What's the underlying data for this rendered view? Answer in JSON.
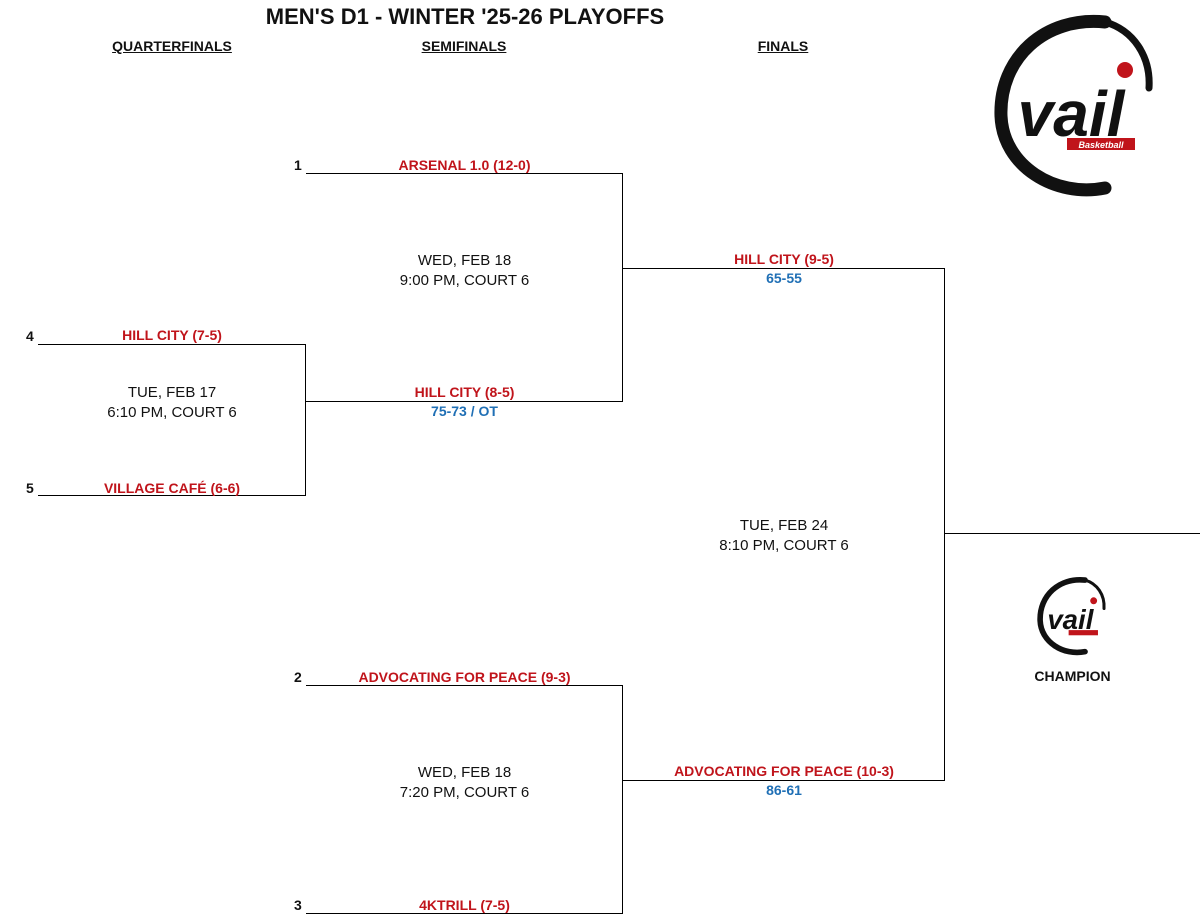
{
  "title": "MEN'S D1 - WINTER '25-26 PLAYOFFS",
  "rounds": {
    "quarterfinals": "QUARTERFINALS",
    "semifinals": "SEMIFINALS",
    "finals": "FINALS"
  },
  "quarterfinal": {
    "seed_top": "4",
    "team_top": "HILL CITY (7-5)",
    "seed_bottom": "5",
    "team_bottom": "VILLAGE CAFÉ (6-6)",
    "day": "TUE, FEB 17",
    "time": "6:10 PM, COURT 6"
  },
  "semifinal_1": {
    "seed_top": "1",
    "team_top": "ARSENAL 1.0 (12-0)",
    "team_bottom": "HILL CITY (8-5)",
    "bottom_score": "75-73 / OT",
    "day": "WED, FEB 18",
    "time": "9:00 PM, COURT 6"
  },
  "semifinal_2": {
    "seed_top": "2",
    "team_top": "ADVOCATING FOR PEACE (9-3)",
    "seed_bottom": "3",
    "team_bottom": "4KTRILL (7-5)",
    "day": "WED, FEB 18",
    "time": "7:20 PM, COURT 6"
  },
  "final": {
    "team_top": "HILL CITY (9-5)",
    "top_score": "65-55",
    "team_bottom": "ADVOCATING FOR PEACE (10-3)",
    "bottom_score": "86-61",
    "day": "TUE, FEB 24",
    "time": "8:10 PM, COURT 6"
  },
  "champion_label": "CHAMPION",
  "logo": {
    "text": "vail",
    "subtext": "Basketball",
    "accent_color": "#c0141b",
    "icon": "vail-basketball-logo"
  },
  "colors": {
    "team": "#c0141b",
    "score": "#1f6fb5"
  }
}
